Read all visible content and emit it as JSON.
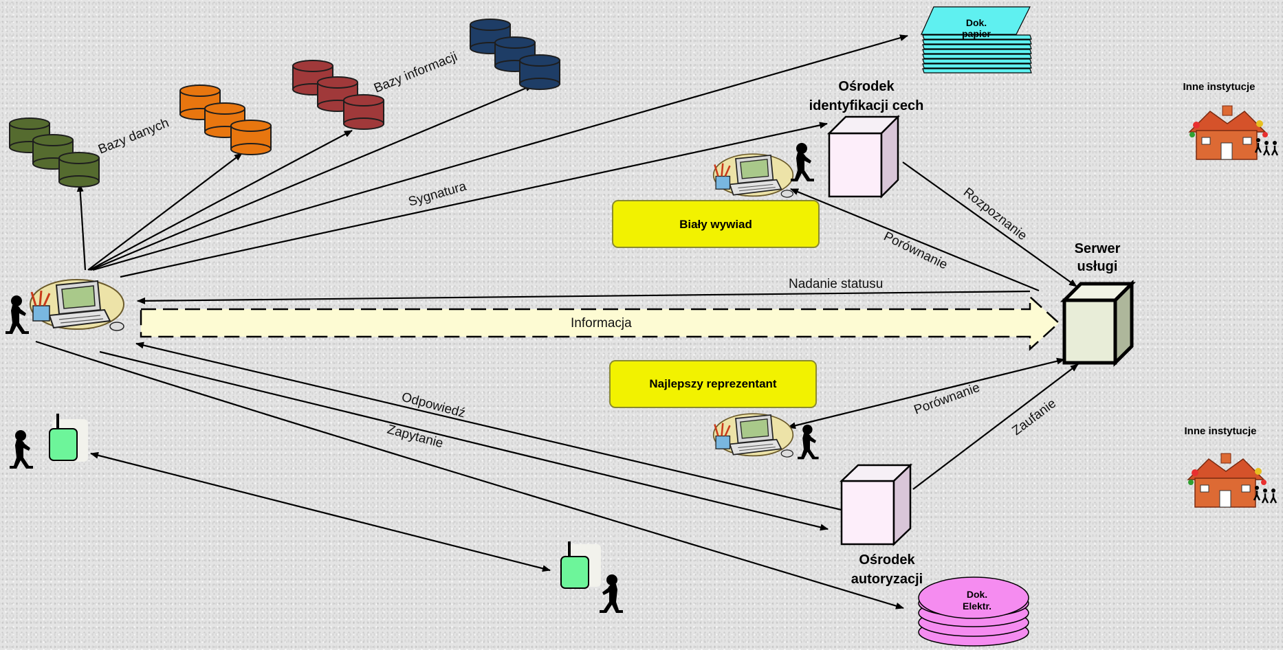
{
  "labels": {
    "bazy_danych": "Bazy danych",
    "bazy_informacji": "Bazy informacji",
    "dok_papier_line1": "Dok.",
    "dok_papier_line2": "papier",
    "osrodek_identyfikacji_line1": "Ośrodek",
    "osrodek_identyfikacji_line2": "identyfikacji cech",
    "inne_instytucje_top": "Inne instytucje",
    "inne_instytucje_bottom": "Inne instytucje",
    "sygnatura": "Sygnatura",
    "bialy_wywiad": "Biały wywiad",
    "rozpoznanie": "Rozpoznanie",
    "porownanie_top": "Porównanie",
    "serwer_line1": "Serwer",
    "serwer_line2": "usługi",
    "nadanie_statusu": "Nadanie statusu",
    "informacja": "Informacja",
    "najlepszy_reprezentant": "Najlepszy reprezentant",
    "porownanie_bottom": "Porównanie",
    "zaufanie": "Zaufanie",
    "odpowiedz": "Odpowiedź",
    "zapytanie": "Zapytanie",
    "osrodek_autoryzacji_line1": "Ośrodek",
    "osrodek_autoryzacji_line2": "autoryzacji",
    "dok_elektr_line1": "Dok.",
    "dok_elektr_line2": "Elektr."
  },
  "colors": {
    "db_green": "#556b2f",
    "db_orange": "#e8760f",
    "db_red": "#a0393a",
    "db_navy": "#1e3d66",
    "yellow_box": "#f2f200",
    "info_band": "#fdfbd3",
    "paper_cyan": "#5ff0f0",
    "elektr_pink": "#f58cf0",
    "device_green": "#6df59a",
    "cube_pink": "#fdeefa",
    "server_face": "#e8edd8"
  }
}
